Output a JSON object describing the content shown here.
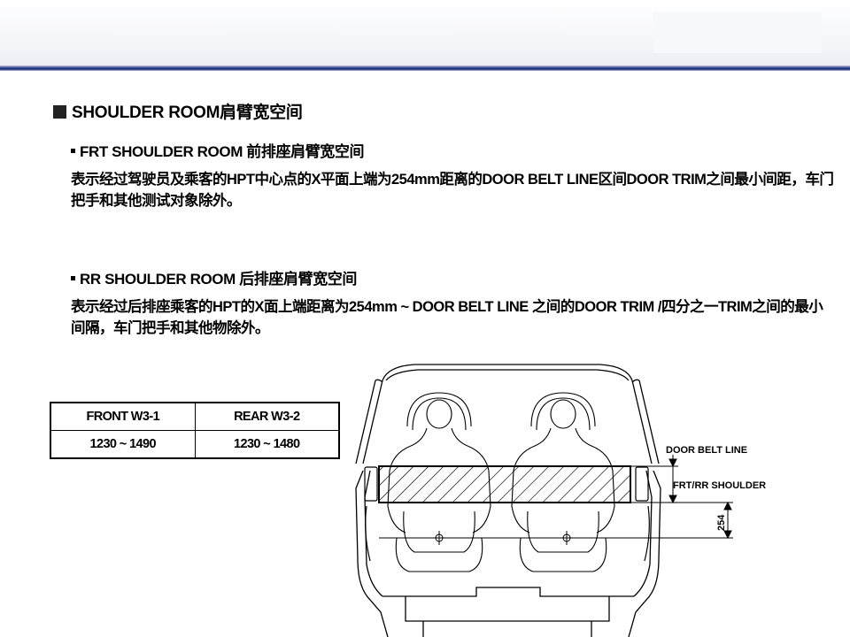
{
  "section": {
    "title": "SHOULDER  ROOM肩臂宽空间"
  },
  "front": {
    "heading": "FRT SHOULDER ROOM 前排座肩臂宽空间",
    "description": "表示经过驾驶员及乘客的HPT中心点的X平面上端为254mm距离的DOOR BELT LINE区间DOOR TRIM之间最小间距，车门把手和其他测试对象除外。"
  },
  "rear": {
    "heading": "RR SHOULDER ROOM 后排座肩臂宽空间",
    "description": "表示经过后排座乘客的HPT的X面上端距离为254mm ~ DOOR BELT LINE 之间的DOOR TRIM /四分之一TRIM之间的最小间隔，车门把手和其他物除外。"
  },
  "table": {
    "headers": [
      "FRONT W3-1",
      "REAR W3-2"
    ],
    "values": [
      "1230 ~ 1490",
      "1230 ~ 1480"
    ]
  },
  "diagram": {
    "label_belt_line": "DOOR BELT LINE",
    "label_shoulder": "FRT/RR  SHOULDER",
    "label_dimension": "254"
  }
}
